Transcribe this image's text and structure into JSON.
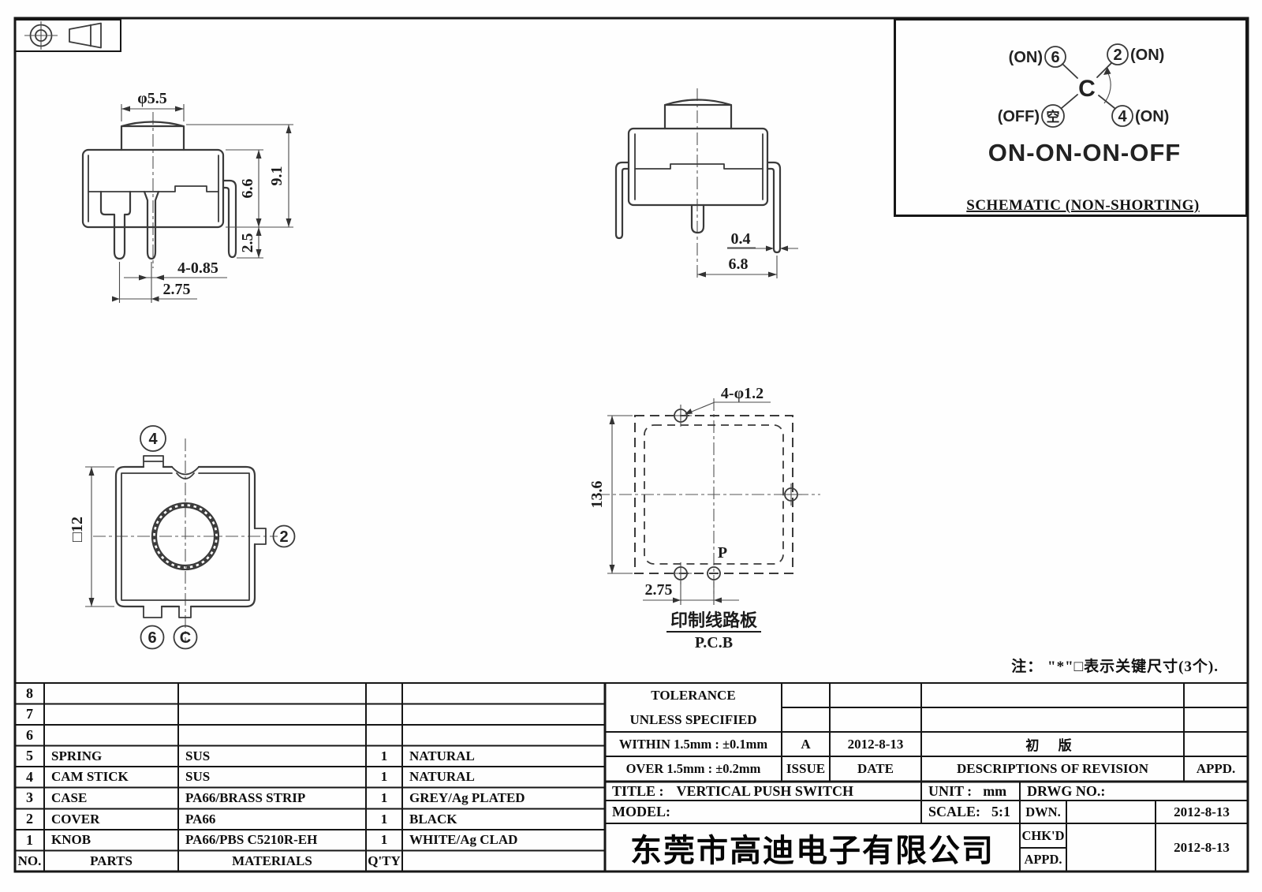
{
  "note": "注： \"*\"□表示关键尺寸(3个).",
  "front": {
    "d_knob": "φ5.5",
    "d_total": "9.1",
    "d_body": "6.6",
    "d_pin_len": "2.5",
    "d_pin_w": "4-0.85",
    "d_pitch": "2.75"
  },
  "side": {
    "d_thick": "0.4",
    "d_span": "6.8"
  },
  "top": {
    "d_size": "□12",
    "pin_top": "4",
    "pin_right": "2",
    "pin_bottom_left": "6",
    "pin_bottom_right": "C"
  },
  "pcb": {
    "d_holes": "4-φ1.2",
    "d_height": "13.6",
    "d_pitch": "2.75",
    "label_p": "P",
    "caption_cn": "印制线路板",
    "caption_en": "P.C.B"
  },
  "schematic": {
    "tl_state": "(ON)",
    "tl_pin": "6",
    "tr_pin": "2",
    "tr_state": "(ON)",
    "common": "C",
    "bl_state": "(OFF)",
    "bl_pin": "空",
    "br_pin": "4",
    "br_state": "(ON)",
    "function": "ON-ON-ON-OFF",
    "caption": "SCHEMATIC (NON-SHORTING)"
  },
  "parts": {
    "headers": {
      "no": "NO.",
      "parts": "PARTS",
      "materials": "MATERIALS",
      "qty": "Q'TY"
    },
    "rows": [
      {
        "no": "8",
        "parts": "",
        "materials": "",
        "qty": "",
        "finish": ""
      },
      {
        "no": "7",
        "parts": "",
        "materials": "",
        "qty": "",
        "finish": ""
      },
      {
        "no": "6",
        "parts": "",
        "materials": "",
        "qty": "",
        "finish": ""
      },
      {
        "no": "5",
        "parts": "SPRING",
        "materials": "SUS",
        "qty": "1",
        "finish": "NATURAL"
      },
      {
        "no": "4",
        "parts": "CAM STICK",
        "materials": "SUS",
        "qty": "1",
        "finish": "NATURAL"
      },
      {
        "no": "3",
        "parts": "CASE",
        "materials": "PA66/BRASS STRIP",
        "qty": "1",
        "finish": "GREY/Ag PLATED"
      },
      {
        "no": "2",
        "parts": "COVER",
        "materials": "PA66",
        "qty": "1",
        "finish": "BLACK"
      },
      {
        "no": "1",
        "parts": "KNOB",
        "materials": "PA66/PBS C5210R-EH",
        "qty": "1",
        "finish": "WHITE/Ag CLAD"
      }
    ]
  },
  "tol": {
    "line1": "TOLERANCE",
    "line2": "UNLESS  SPECIFIED",
    "within": "WITHIN 1.5mm : ±0.1mm",
    "over": "OVER 1.5mm : ±0.2mm"
  },
  "rev": {
    "issue_value": "A",
    "date_value": "2012-8-13",
    "desc_value": "初 版",
    "appd_value": "",
    "issue_h": "ISSUE",
    "date_h": "DATE",
    "desc_h": "DESCRIPTIONS OF REVISION",
    "appd_h": "APPD."
  },
  "tb": {
    "title_label": "TITLE :",
    "title": "VERTICAL PUSH SWITCH",
    "unit_label": "UNIT :",
    "unit": "mm",
    "drwg": "DRWG NO.:",
    "model_label": "MODEL:",
    "scale_label": "SCALE:",
    "scale": "5:1",
    "company": "东莞市高迪电子有限公司",
    "dwn": "DWN.",
    "chkd": "CHK'D",
    "appd": "APPD.",
    "dwn_date": "2012-8-13",
    "chkd_date": "2012-8-13"
  }
}
